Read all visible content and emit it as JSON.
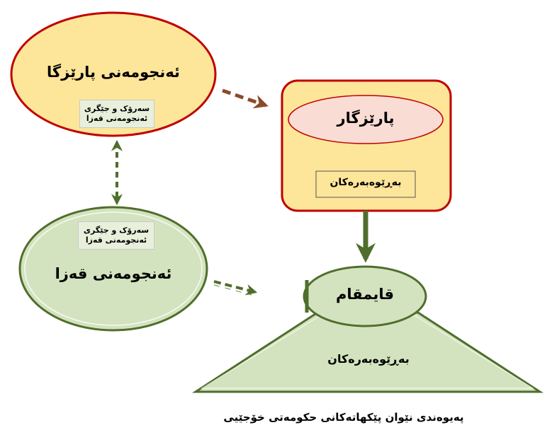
{
  "nodes": {
    "provincial_council": {
      "title": "ئەنجومەنی پارێزگا",
      "sub": "سەرۆک و جێگری ئەنجومەنی قەزا"
    },
    "district_council": {
      "title": "ئەنجومەنی قەزا",
      "sub": "سەرۆک و جێگری ئەنجومەنی قەزا"
    },
    "governor": {
      "title": "پارێزگار",
      "sub": "بەڕێوەبەرەکان"
    },
    "district_mayor": {
      "title": "قایمقام"
    },
    "district_directors": {
      "title": "بەڕێوەبەرەکان"
    }
  },
  "caption": "پەیوەندی نێوان پێکهاتەکانی حکومەتی خۆجێیی",
  "colors": {
    "yellow_fill": "#fde59a",
    "green_fill": "#d3e3bf",
    "green_stroke": "#4f6e2c",
    "red_stroke": "#c00000",
    "pink_fill": "#f9dcd3",
    "brown_arrow": "#8b4a2a",
    "sub_box_fill": "#e8f0dc"
  }
}
